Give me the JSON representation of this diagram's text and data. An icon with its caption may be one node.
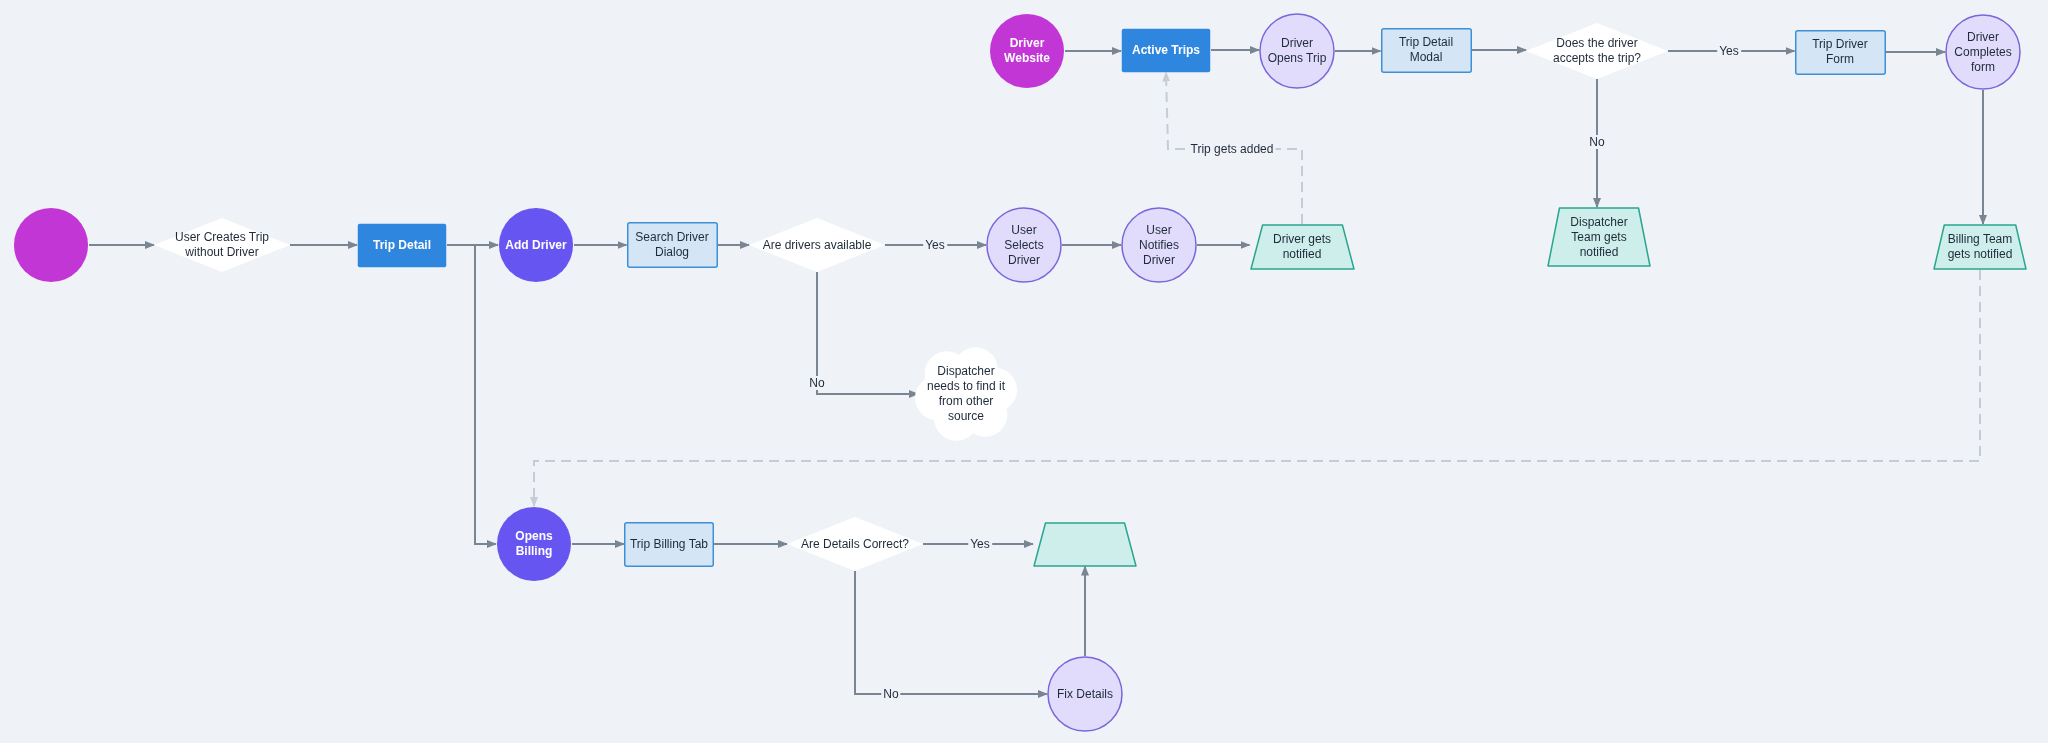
{
  "diagram": {
    "nodes": [
      {
        "text": [
          "Driver Website"
        ]
      },
      {
        "text": [
          "Active Trips"
        ]
      },
      {
        "text": [
          "Driver Opens Trip"
        ]
      },
      {
        "text": [
          "Trip Detail Modal"
        ]
      },
      {
        "text": [
          "Does the driver accepts the trip?"
        ]
      },
      {
        "text": [
          "Trip Driver Form"
        ]
      },
      {
        "text": [
          "Driver Completes form"
        ]
      },
      {
        "text": [],
        "shape": "circle"
      },
      {
        "text": [
          "User Creates Trip without Driver"
        ]
      },
      {
        "text": [
          "Trip Detail"
        ]
      },
      {
        "text": [
          "Add Driver"
        ]
      },
      {
        "text": [
          "Search Driver Dialog"
        ]
      },
      {
        "text": [
          "Are drivers available"
        ]
      },
      {
        "text": [
          "User Selects Driver"
        ]
      },
      {
        "text": [
          "User Notifies Driver"
        ]
      },
      {
        "text": [
          "Driver gets notified"
        ]
      },
      {
        "text": [
          "Dispatcher Team gets notified"
        ]
      },
      {
        "text": [
          "Billing Team gets notified"
        ]
      },
      {
        "text": [
          "Dispatcher needs to find it from other source"
        ]
      },
      {
        "text": [
          "Opens Billing"
        ]
      },
      {
        "text": [
          "Trip Billing Tab"
        ]
      },
      {
        "text": [
          "Are Details Correct?"
        ]
      },
      {
        "text": [],
        "shape": "trapezoid"
      },
      {
        "text": [
          "Fix Details"
        ]
      }
    ],
    "edges": [
      {
        "from": 7,
        "to": 8,
        "arrow": "to"
      },
      {
        "from": 8,
        "to": 9,
        "arrow": "to"
      },
      {
        "from": 9,
        "to": 10,
        "arrow": "to"
      },
      {
        "from": 9,
        "to": 19,
        "arrow": "to"
      },
      {
        "from": 10,
        "to": 11,
        "arrow": "to"
      },
      {
        "from": 11,
        "to": 12,
        "arrow": "to"
      },
      {
        "from": 12,
        "to": 13,
        "arrow": "to",
        "label": "Yes"
      },
      {
        "from": 12,
        "to": 18,
        "arrow": "to",
        "label": "No"
      },
      {
        "from": 13,
        "to": 14,
        "arrow": "to"
      },
      {
        "from": 14,
        "to": 15,
        "arrow": "to"
      },
      {
        "from": 15,
        "to": 1,
        "arrow": "to",
        "label": "Trip gets added",
        "style": "dashed",
        "color": "#c5ccd6"
      },
      {
        "from": 0,
        "to": 1,
        "arrow": "to"
      },
      {
        "from": 1,
        "to": 2,
        "arrow": "to"
      },
      {
        "from": 2,
        "to": 3,
        "arrow": "to"
      },
      {
        "from": 3,
        "to": 4,
        "arrow": "to"
      },
      {
        "from": 4,
        "to": 5,
        "arrow": "to",
        "label": "Yes"
      },
      {
        "from": 4,
        "to": 16,
        "arrow": "to",
        "label": "No"
      },
      {
        "from": 5,
        "to": 6,
        "arrow": "to"
      },
      {
        "from": 6,
        "to": 17,
        "arrow": "to"
      },
      {
        "from": 17,
        "to": 19,
        "arrow": "to",
        "style": "dashed",
        "color": "#c5ccd6"
      },
      {
        "from": 19,
        "to": 20,
        "arrow": "to"
      },
      {
        "from": 20,
        "to": 21,
        "arrow": "to"
      },
      {
        "from": 21,
        "to": 22,
        "arrow": "to",
        "label": "Yes"
      },
      {
        "from": 21,
        "to": 23,
        "arrow": "to",
        "label": "No"
      },
      {
        "from": 23,
        "to": 22,
        "arrow": "to"
      }
    ]
  }
}
